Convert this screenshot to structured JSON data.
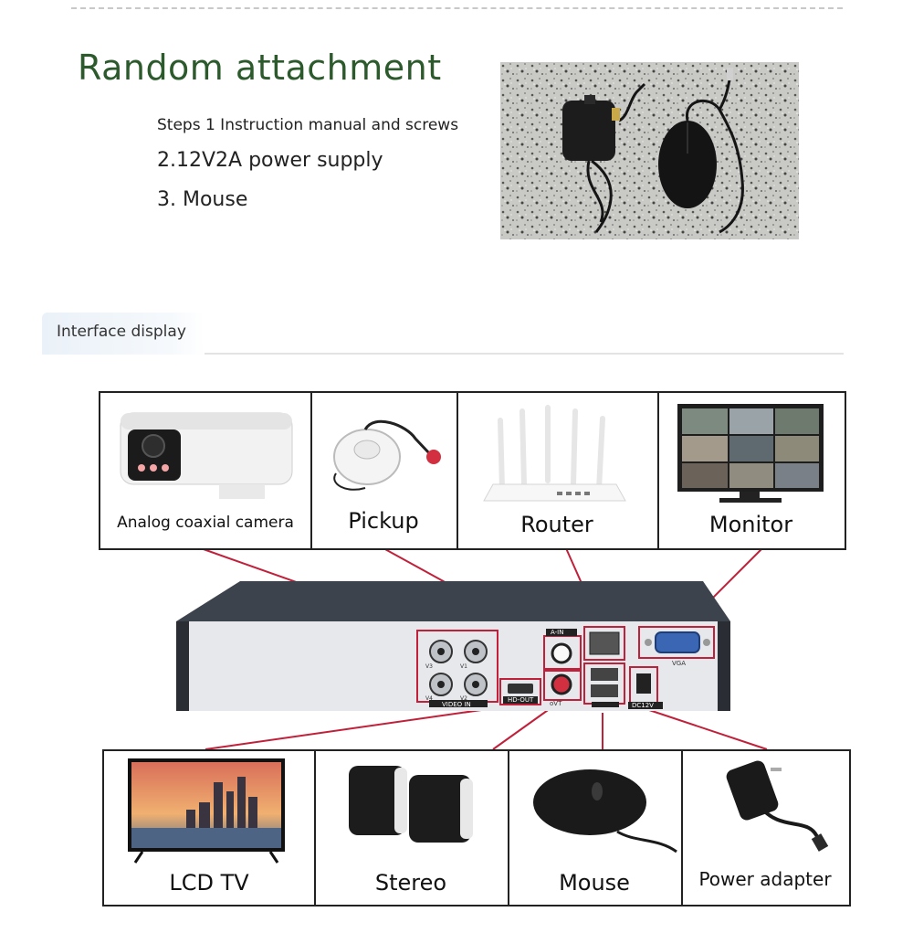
{
  "attachment": {
    "title": "Random attachment",
    "steps": [
      "Steps 1 Instruction manual and screws",
      "2.12V2A power supply",
      "3. Mouse"
    ]
  },
  "interface": {
    "tab_label": "Interface display",
    "top_devices": [
      "Analog coaxial camera",
      "Pickup",
      "Router",
      "Monitor"
    ],
    "bottom_devices": [
      "LCD TV",
      "Stereo",
      "Mouse",
      "Power adapter"
    ],
    "ports": {
      "video_in": "VIDEO IN",
      "audio_in": "A-IN",
      "vga": "VGA",
      "hd_out": "HD-OUT",
      "audio_out": "oVT",
      "dc": "DC12V",
      "channels": [
        "V3",
        "V1",
        "V4",
        "V2"
      ]
    }
  },
  "colors": {
    "title_green": "#2c5a2c",
    "connector_red": "#c0203a",
    "dvr_body": "#3a3f48"
  }
}
